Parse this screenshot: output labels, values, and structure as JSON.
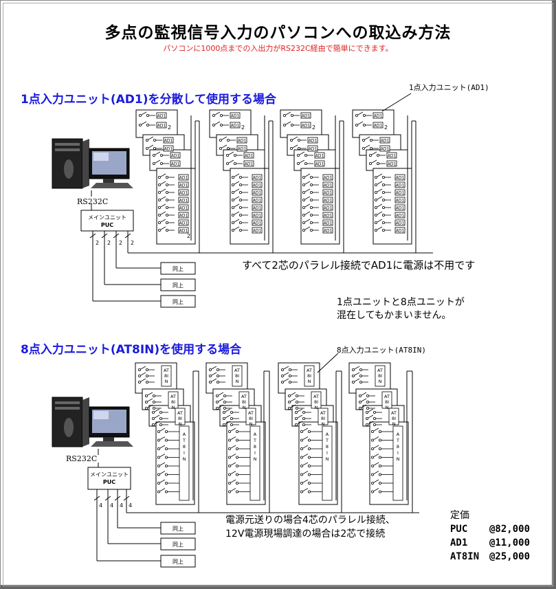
{
  "title": "多点の監視信号入力のパソコンへの取込み方法",
  "subtitle": "パソコンに1000点までの入出力がRS232C経由で簡単にできます。",
  "section1": {
    "heading": "1点入力ユニット(AD1)を分散して使用する場合",
    "callout": "1点入力ユニット(AD1)",
    "interface_label": "RS232C",
    "main_unit_line1": "メインユニット",
    "main_unit_line2": "PUC",
    "wire_count": "2",
    "same_label": "同上",
    "unit_label": "AD1",
    "note": "すべて2芯のパラレル接続でAD1に電源は不用です",
    "mix_note_line1": "1点ユニットと8点ユニットが",
    "mix_note_line2": "混在してもかまいません。"
  },
  "section2": {
    "heading": "8点入力ユニット(AT8IN)を使用する場合",
    "callout": "8点入力ユニット(AT8IN)",
    "interface_label": "RS232C",
    "main_unit_line1": "メインユニット",
    "main_unit_line2": "PUC",
    "wire_count": "4",
    "same_label": "同上",
    "unit_label_short": [
      "AT",
      "8I",
      "N"
    ],
    "unit_label_tall": [
      "A",
      "T",
      "8",
      "I",
      "N"
    ],
    "note_line1": "電源元送りの場合4芯のパラレル接続、",
    "note_line2": "12V電源現場調達の場合は2芯で接続"
  },
  "pricing": {
    "heading": "定価",
    "items": [
      {
        "name": "PUC",
        "price": "@82,000"
      },
      {
        "name": "AD1",
        "price": "@11,000"
      },
      {
        "name": "AT8IN",
        "price": "@25,000"
      }
    ]
  }
}
